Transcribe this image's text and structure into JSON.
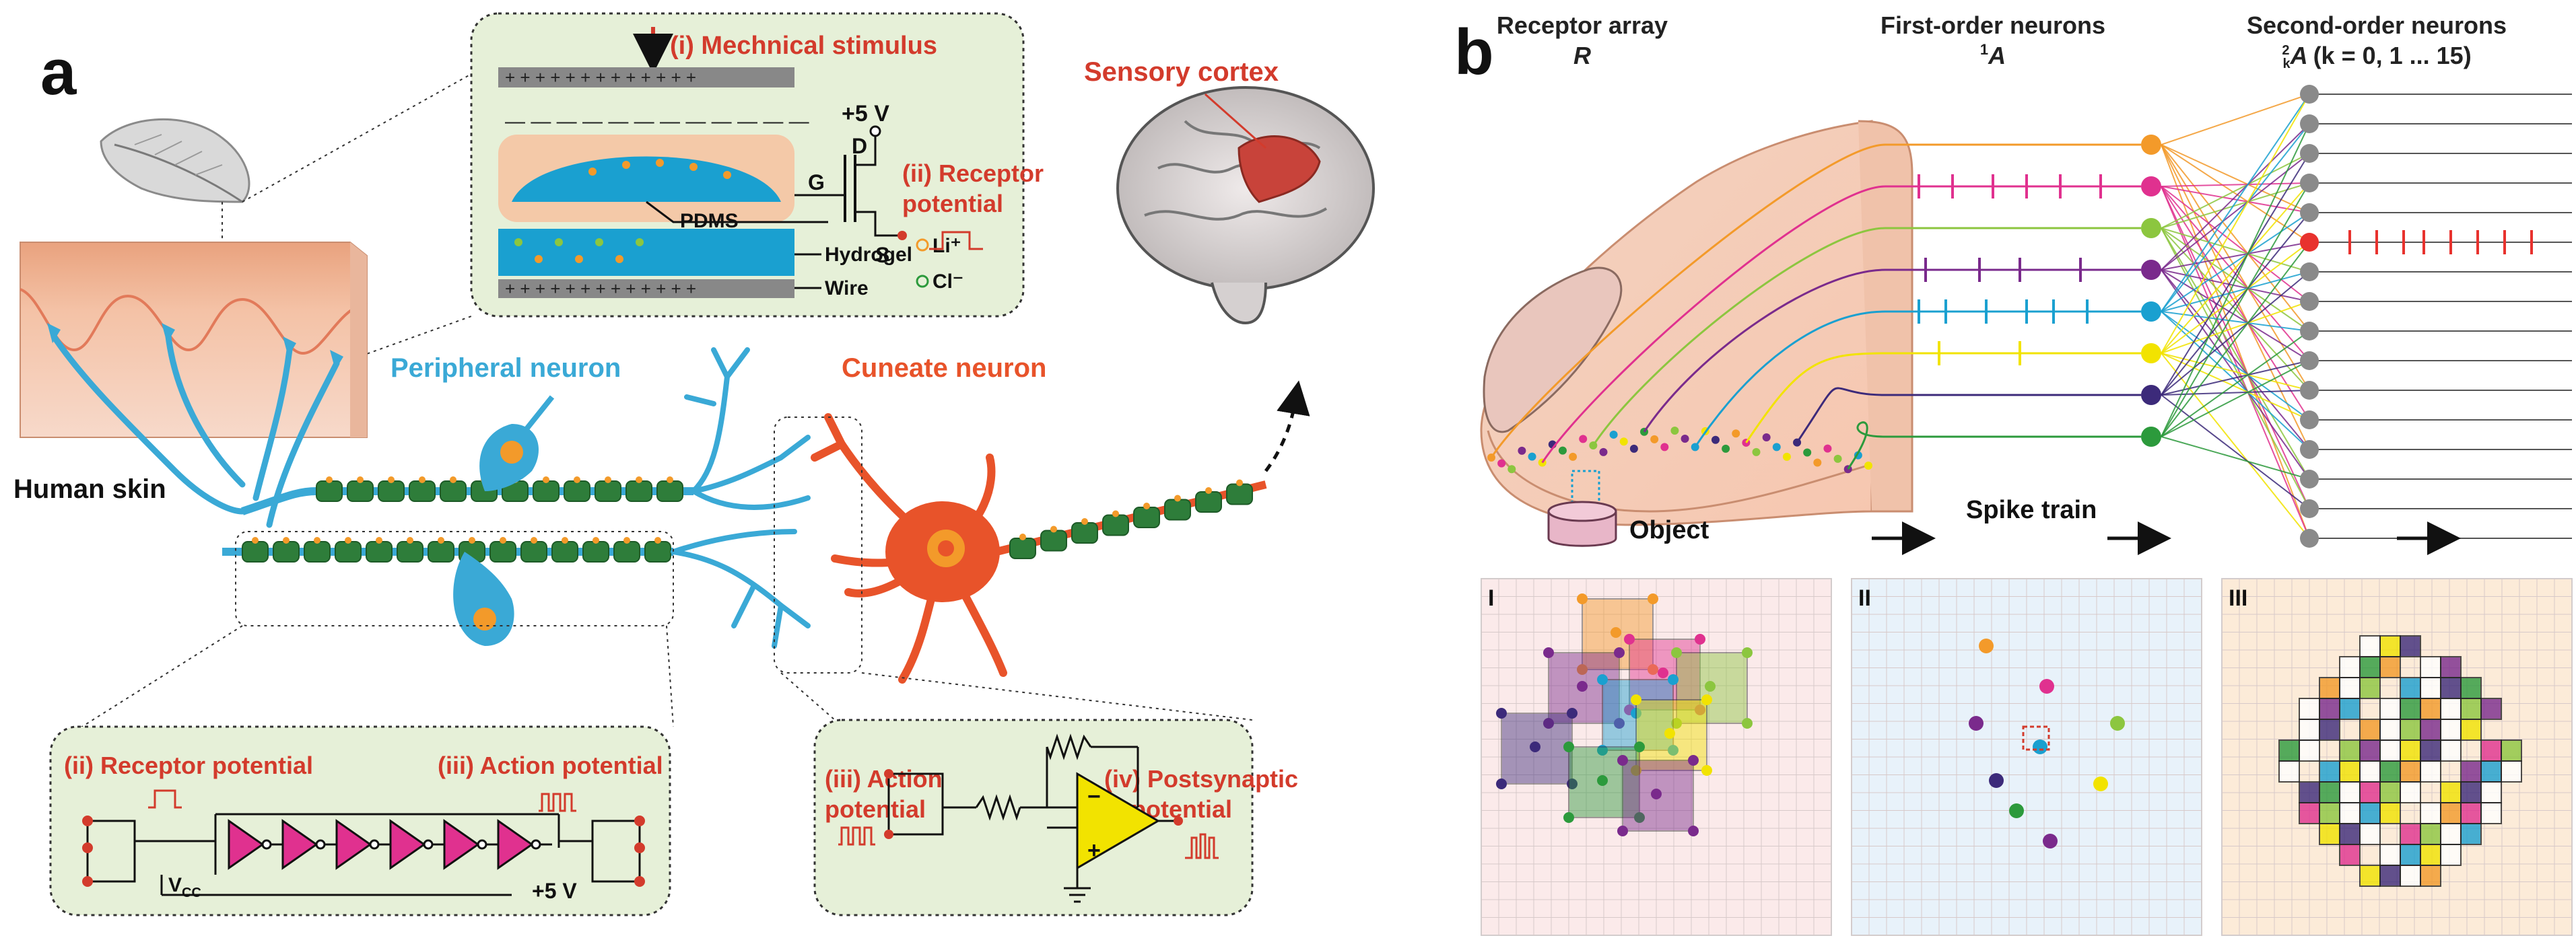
{
  "panel_a": {
    "letter": "a",
    "inset_top": {
      "stimulus": "(i) Mechnical stimulus",
      "voltage": "+5 V",
      "drain": "D",
      "gate": "G",
      "source": "S",
      "receptor_line1": "(ii) Receptor",
      "receptor_line2": "potential",
      "pdms": "PDMS",
      "hydrogel": "Hydrogel",
      "wire": "Wire",
      "li": "Li⁺",
      "cl": "Cl⁻"
    },
    "sensory_cortex": "Sensory cortex",
    "peripheral_neuron": "Peripheral neuron",
    "cuneate_neuron": "Cuneate neuron",
    "human_skin": "Human skin",
    "inset_bottom_left": {
      "receptor": "(ii) Receptor potential",
      "action": "(iii) Action potential",
      "vcc": "V",
      "vcc_sub": "CC",
      "voltage": "+5 V"
    },
    "inset_bottom_right": {
      "action_line1": "(iii) Action",
      "action_line2": "potential",
      "post_line1": "(iv) Postsynaptic",
      "post_line2": "potential"
    }
  },
  "panel_b": {
    "letter": "b",
    "receptor_title": "Receptor array",
    "receptor_symbol": "R",
    "first_title": "First-order neurons",
    "first_symbol_sup": "1",
    "first_symbol": "A",
    "second_title": "Second-order neurons",
    "second_symbol_sup": "2",
    "second_symbol_sub": "k",
    "second_symbol": "A",
    "second_range": "(k = 0, 1 ... 15)",
    "object": "Object",
    "spike_train": "Spike train",
    "sub_I": "I",
    "sub_II": "II",
    "sub_III": "III"
  },
  "colors": {
    "red_text": "#d33b2c",
    "peripheral": "#3aa9d6",
    "cuneate": "#e8532a",
    "orange": "#f39a2a",
    "magenta": "#e0318f",
    "lime": "#8cc63f",
    "purple": "#7a2a8c",
    "cyan": "#1aa0d0",
    "yellow": "#f2e300",
    "indigo": "#3c2a7a",
    "green": "#2c9a3c"
  }
}
